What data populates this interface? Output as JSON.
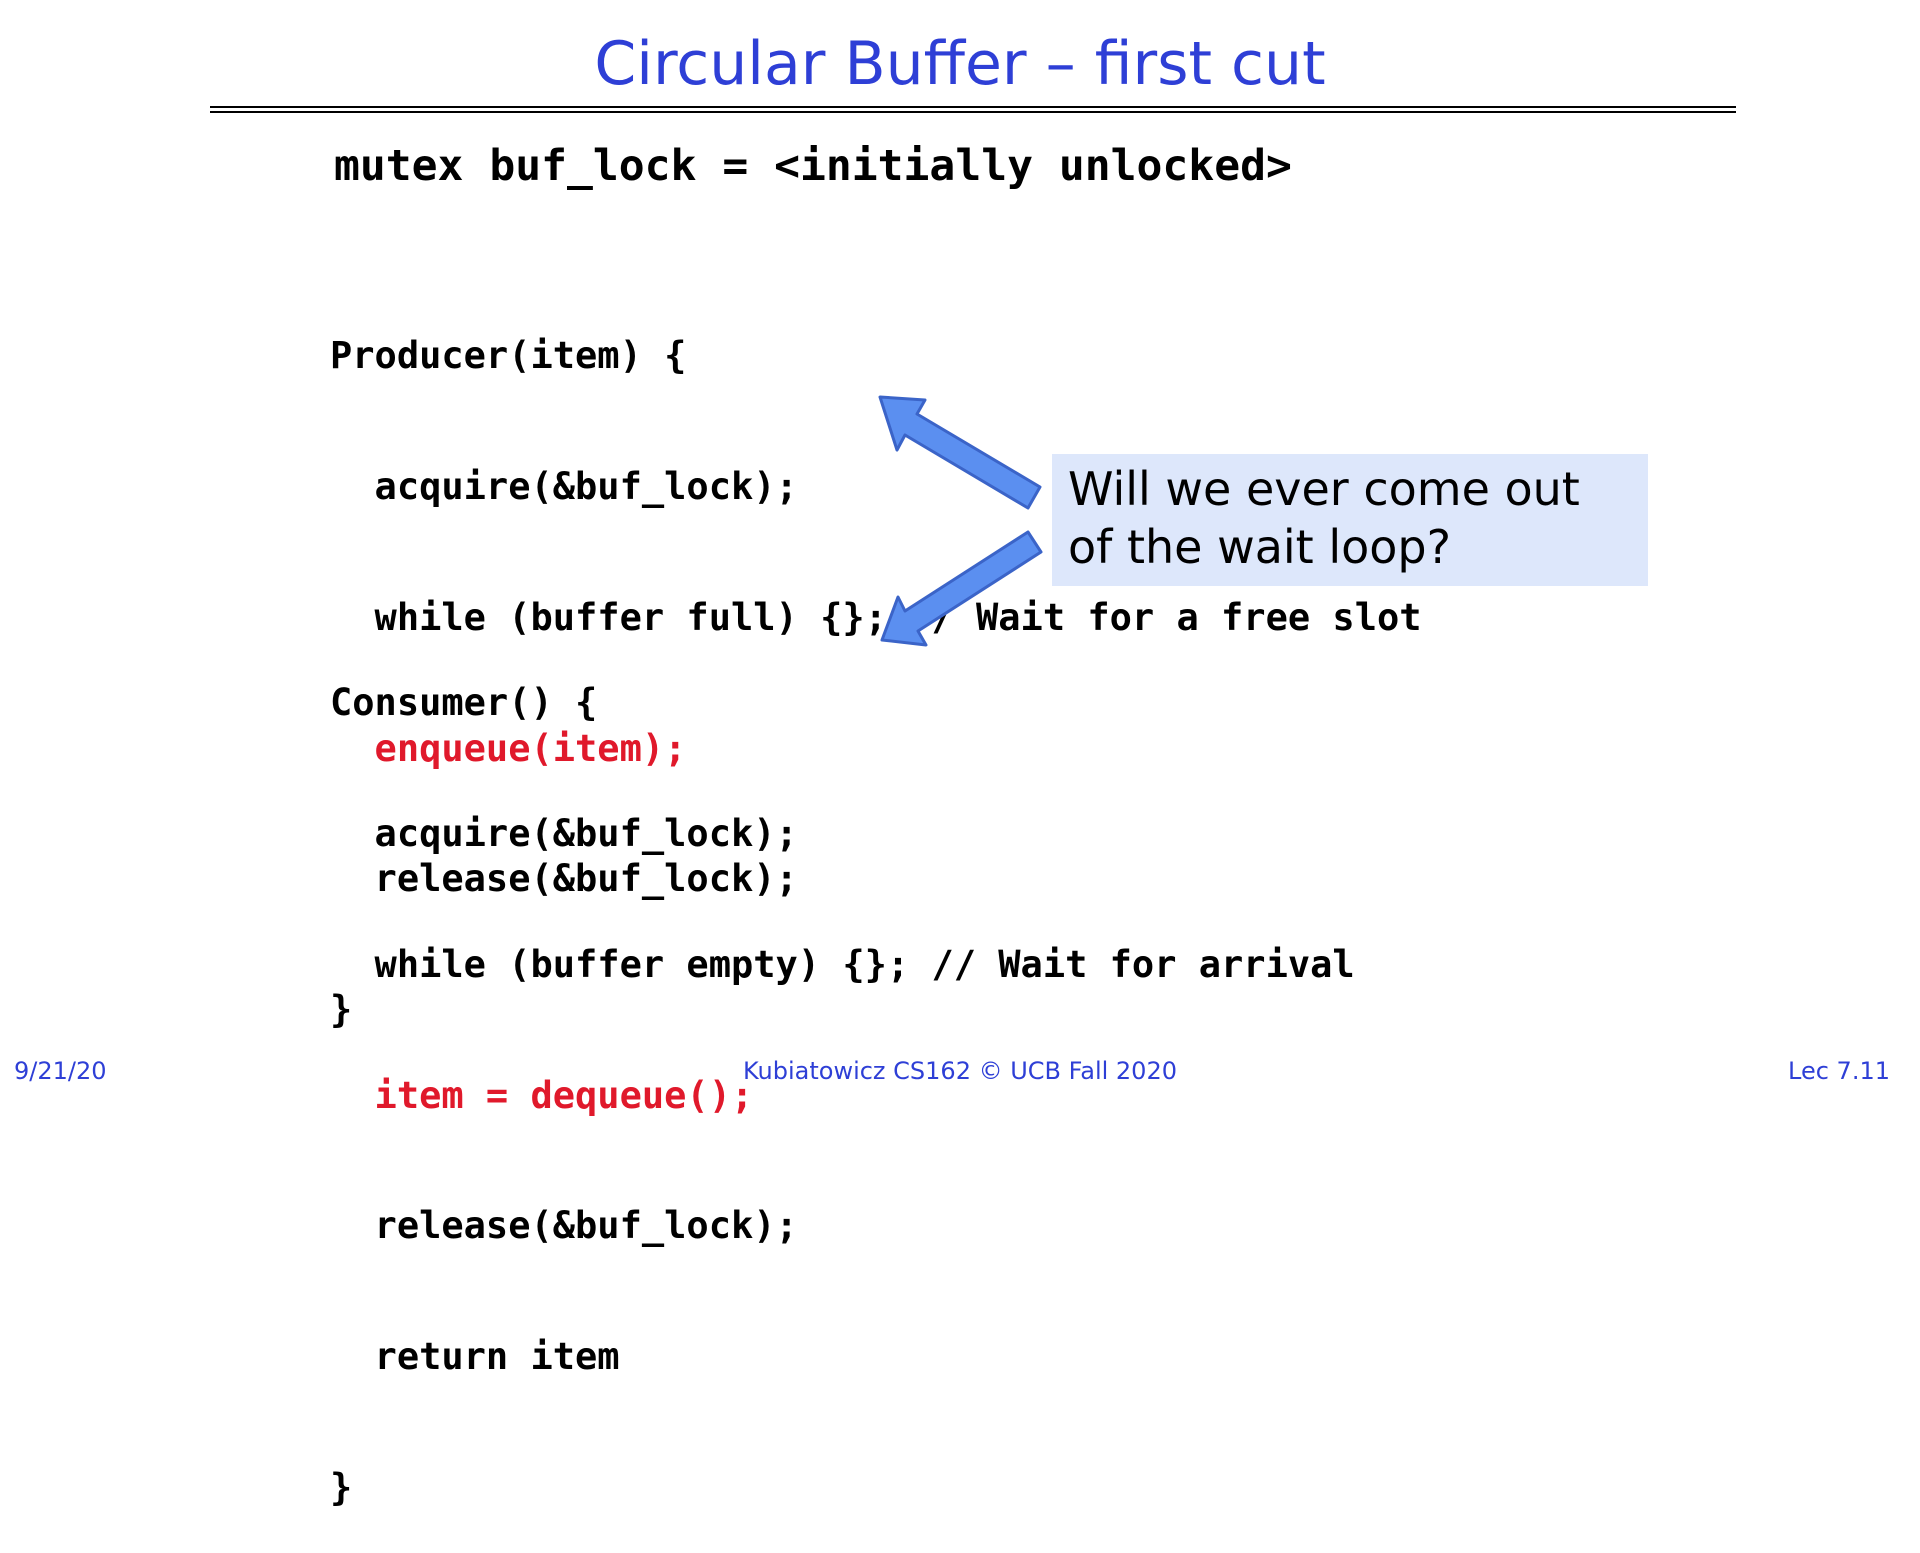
{
  "slide": {
    "title": "Circular Buffer – first cut",
    "mutex_declaration": "mutex buf_lock = <initially unlocked>",
    "producer": {
      "lines": [
        {
          "text": "Producer(item) {",
          "highlight": false
        },
        {
          "text": "  acquire(&buf_lock);",
          "highlight": false
        },
        {
          "text": "  while (buffer full) {}; // Wait for a free slot",
          "highlight": false
        },
        {
          "text": "  enqueue(item);",
          "highlight": true
        },
        {
          "text": "  release(&buf_lock);",
          "highlight": false
        },
        {
          "text": "}",
          "highlight": false
        }
      ]
    },
    "consumer": {
      "lines": [
        {
          "text": "Consumer() {",
          "highlight": false
        },
        {
          "text": "  acquire(&buf_lock);",
          "highlight": false
        },
        {
          "text": "  while (buffer empty) {}; // Wait for arrival",
          "highlight": false
        },
        {
          "text": "  item = dequeue();",
          "highlight": true
        },
        {
          "text": "  release(&buf_lock);",
          "highlight": false
        },
        {
          "text": "  return item",
          "highlight": false
        },
        {
          "text": "}",
          "highlight": false
        }
      ]
    },
    "callout": {
      "text": "Will we ever come out of the wait loop?"
    }
  },
  "footer": {
    "date": "9/21/20",
    "course": "Kubiatowicz CS162 © UCB Fall 2020",
    "lecture": "Lec 7.11"
  },
  "colors": {
    "title": "#2e3fd6",
    "highlight_code": "#e0192b",
    "arrow_fill": "#5b8ff0",
    "arrow_stroke": "#3b64c8",
    "callout_bg": "#dde7fb"
  }
}
